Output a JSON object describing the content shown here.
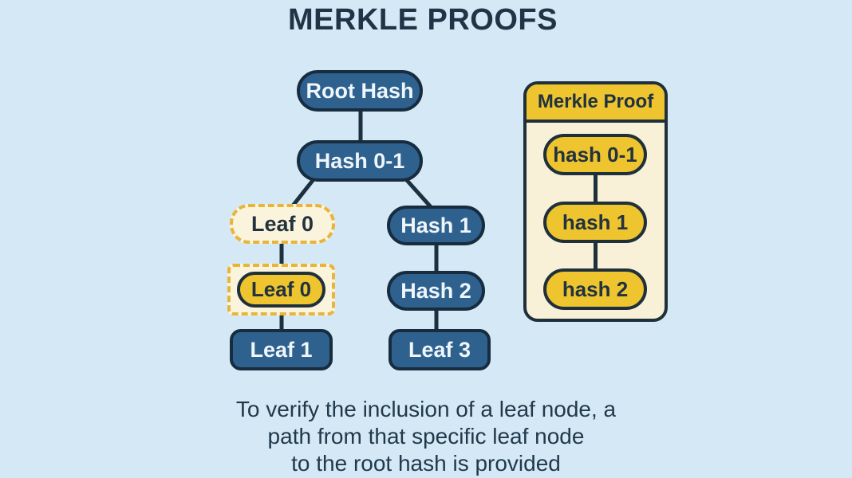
{
  "title": "MERKLE PROOFS",
  "tree": {
    "root": {
      "label": "Root Hash"
    },
    "hash01": {
      "label": "Hash 0-1"
    },
    "leaf0_path": {
      "label": "Leaf 0"
    },
    "leaf0_selected": {
      "label": "Leaf 0"
    },
    "leaf1": {
      "label": "Leaf 1"
    },
    "hash1": {
      "label": "Hash 1"
    },
    "hash2": {
      "label": "Hash 2"
    },
    "leaf3": {
      "label": "Leaf 3"
    }
  },
  "proof_panel": {
    "title": "Merkle Proof",
    "items": [
      {
        "label": "hash 0-1"
      },
      {
        "label": "hash 1"
      },
      {
        "label": "hash 2"
      }
    ]
  },
  "caption": {
    "line1": "To verify the inclusion of a leaf node, a",
    "line2": "path from that specific leaf node",
    "line3": "to the root hash is provided"
  },
  "colors": {
    "background": "#d4e9f5",
    "node_blue_fill": "#2f618f",
    "node_border_dark": "#172c3e",
    "node_text_light": "#eff6fb",
    "highlight_yellow": "#eec52f",
    "highlight_cream": "#fbf4dc",
    "dashed_gold": "#e7b53b",
    "panel_cream": "#f8f1d8",
    "dark_text": "#22323f",
    "connector_dark": "#1d3040"
  }
}
